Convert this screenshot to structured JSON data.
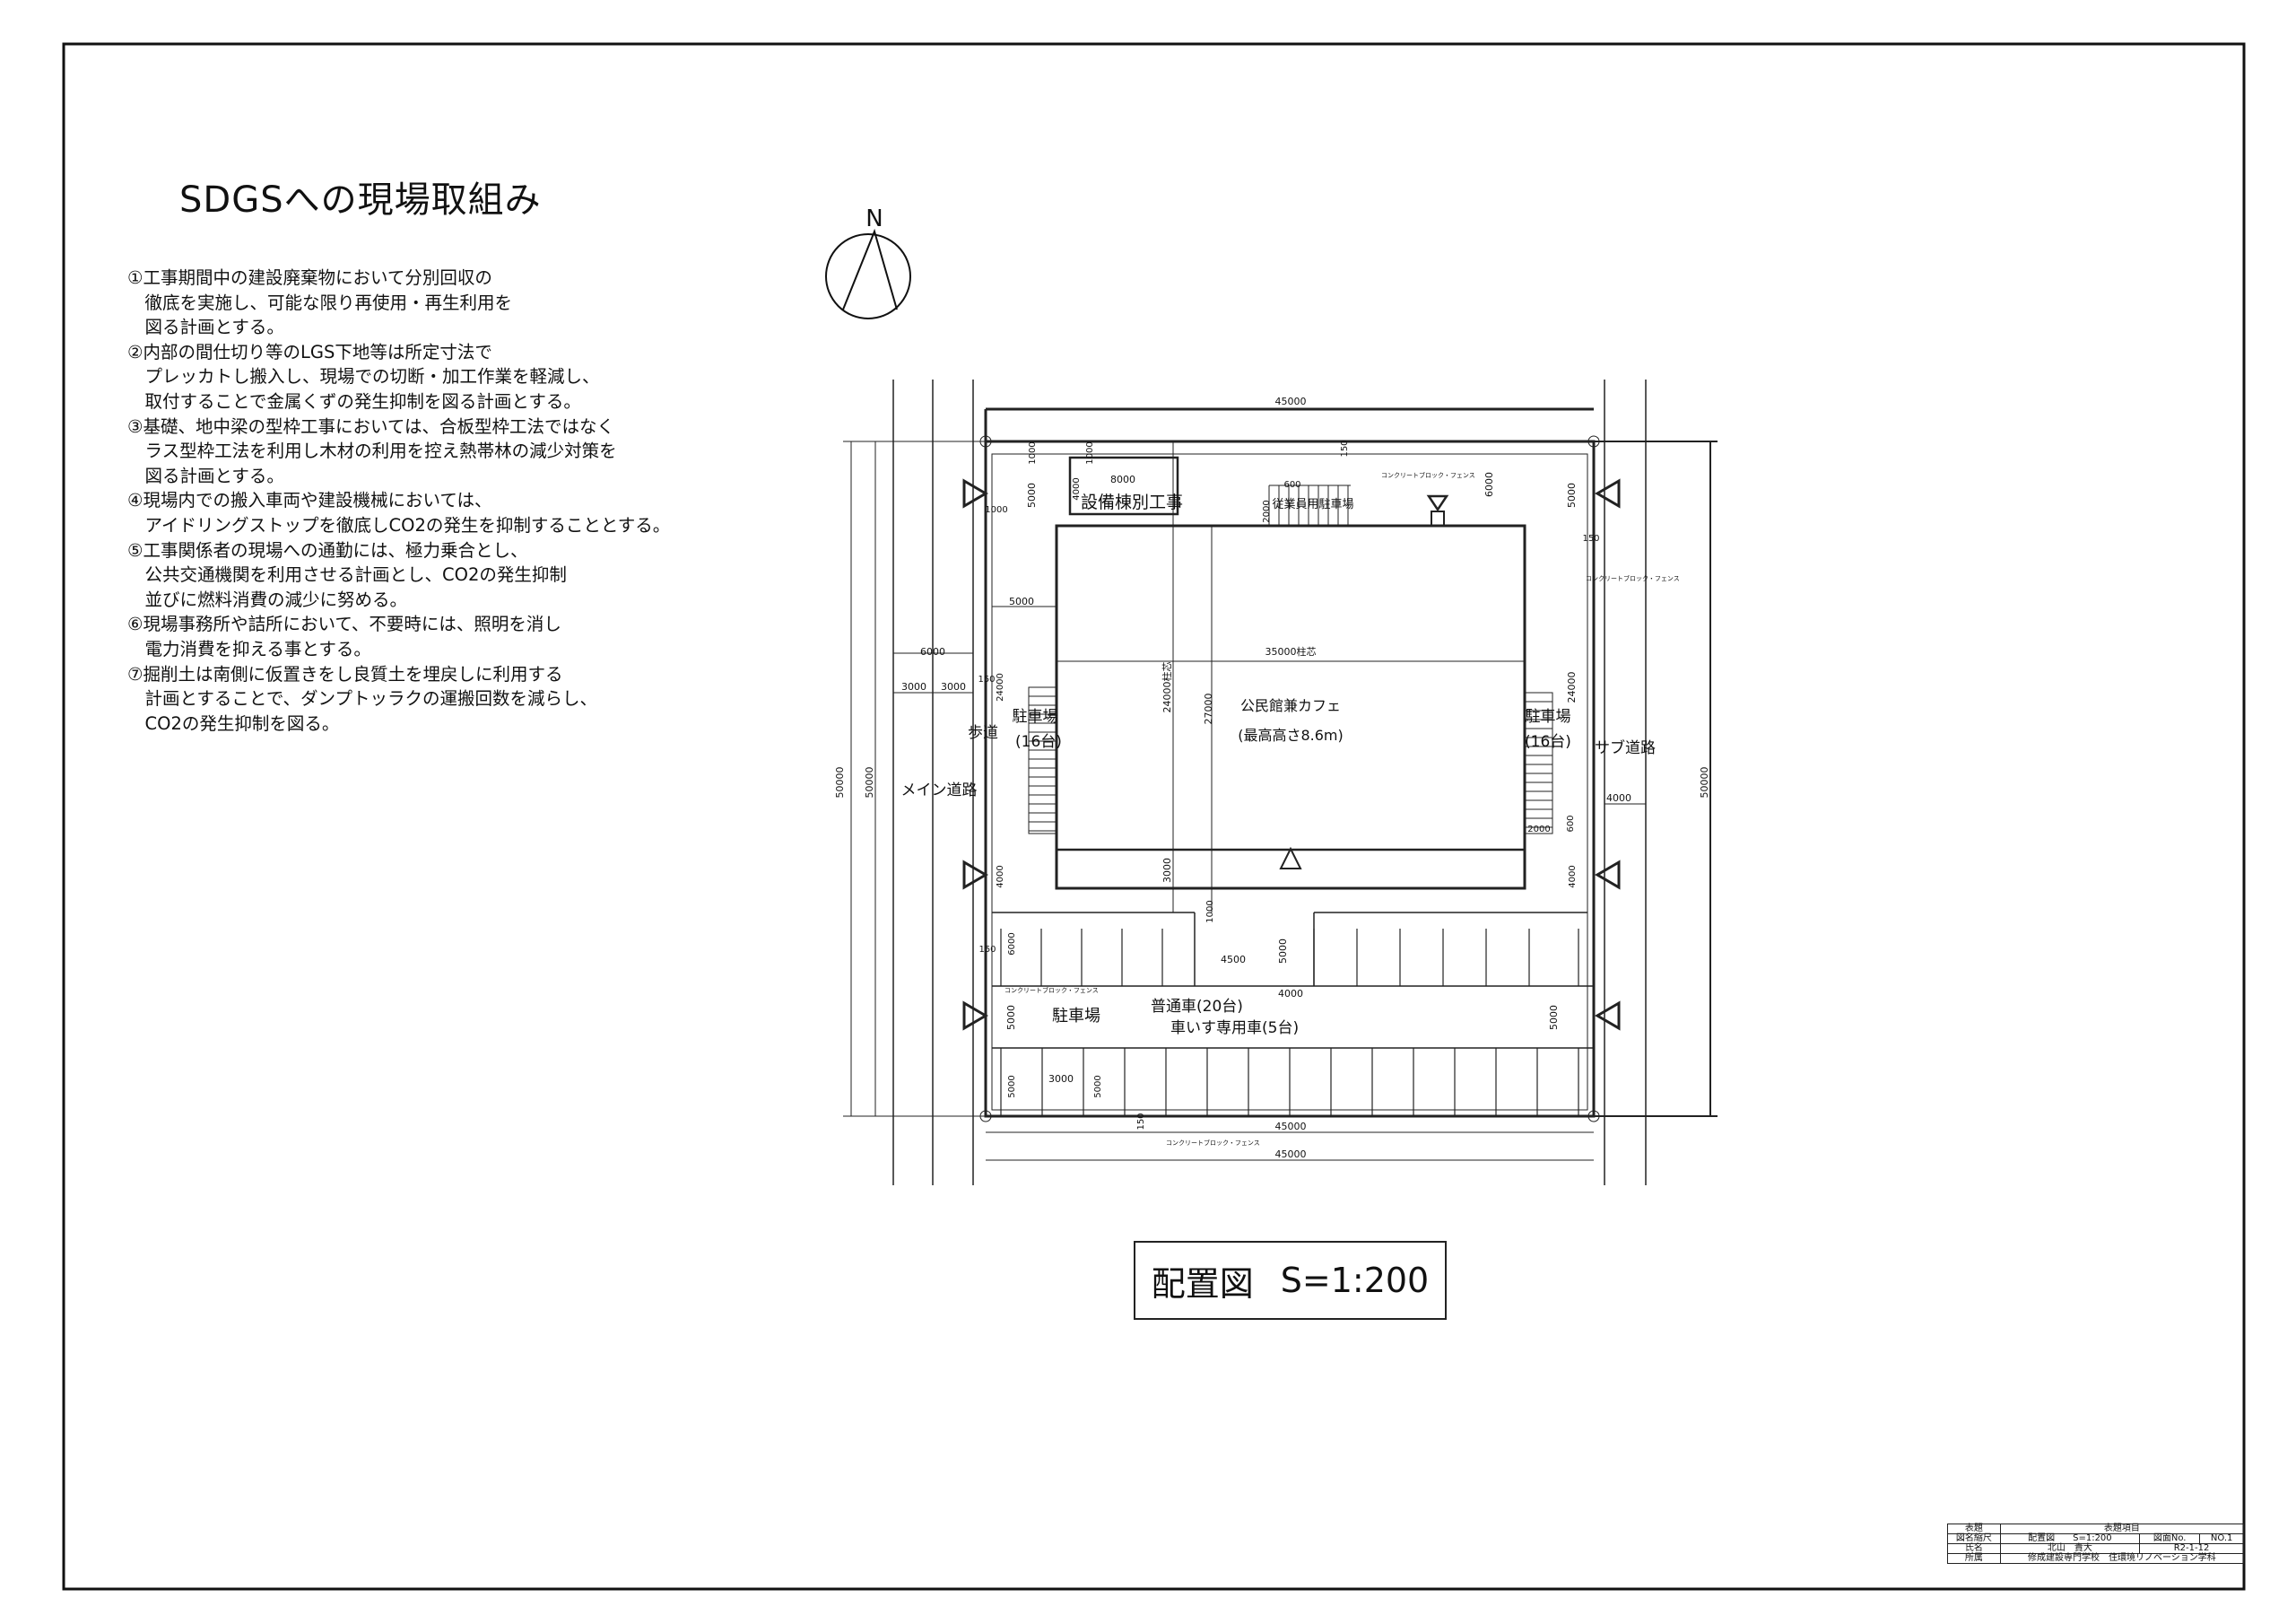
{
  "heading": "SDGSへの現場取組み",
  "notes": [
    "①工事期間中の建設廃棄物において分別回収の",
    "　徹底を実施し、可能な限り再使用・再生利用を",
    "　図る計画とする。",
    "②内部の間仕切り等のLGS下地等は所定寸法で",
    "　プレッカトし搬入し、現場での切断・加工作業を軽減し、",
    "　取付することで金属くずの発生抑制を図る計画とする。",
    "③基礎、地中梁の型枠工事においては、合板型枠工法ではなく",
    "　ラス型枠工法を利用し木材の利用を控え熱帯林の減少対策を",
    "　図る計画とする。",
    "④現場内での搬入車両や建設機械においては、",
    "　アイドリングストップを徹底しCO2の発生を抑制することとする。",
    "⑤工事関係者の現場への通勤には、極力乗合とし、",
    "　公共交通機関を利用させる計画とし、CO2の発生抑制",
    "　並びに燃料消費の減少に努める。",
    "⑥現場事務所や詰所において、不要時には、照明を消し",
    "　電力消費を抑える事とする。",
    "⑦掘削土は南側に仮置きをし良質土を埋戻しに利用する",
    "　計画とすることで、ダンプトッラクの運搬回数を減らし、",
    "　CO2の発生抑制を図る。"
  ],
  "north_label": "N",
  "plan": {
    "labels": [
      "設備棟別工事",
      "従業員用駐車場",
      "公民館兼カフェ",
      "(最高高さ8.6m)",
      "駐車場",
      "(16台)",
      "駐車場",
      "(16台)",
      "歩道",
      "メイン道路",
      "サブ道路",
      "駐車場",
      "普通車(20台)",
      "車いす専用車(5台)"
    ],
    "fence_label": "コンクリートブロック・フェンス",
    "dims": [
      "45000",
      "1000",
      "1000",
      "150",
      "8000",
      "4000",
      "600",
      "2000",
      "6000",
      "5000",
      "5000",
      "1000",
      "150",
      "5000",
      "35000柱芯",
      "6000",
      "3000",
      "3000",
      "150",
      "24000",
      "24000柱芯",
      "27000",
      "24000",
      "4000",
      "600",
      "2000",
      "50000",
      "50000",
      "50000",
      "4000",
      "3000",
      "4000",
      "1000",
      "6000",
      "150",
      "4500",
      "5000",
      "4000",
      "5000",
      "5000",
      "3000",
      "5000",
      "5000",
      "150",
      "45000",
      "45000"
    ]
  },
  "scale_label": {
    "name": "配置図",
    "scale": "S=1:200"
  },
  "title_block": {
    "r1": [
      "表題",
      "表題項目"
    ],
    "r2": [
      "図名縮尺",
      "配置図　　S=1:200",
      "図面No.",
      "NO.1"
    ],
    "r3": [
      "氏名",
      "北山　貴大",
      "R2-1-12"
    ],
    "r4": [
      "所属",
      "修成建設専門学校　住環境リノベーション学科"
    ]
  }
}
